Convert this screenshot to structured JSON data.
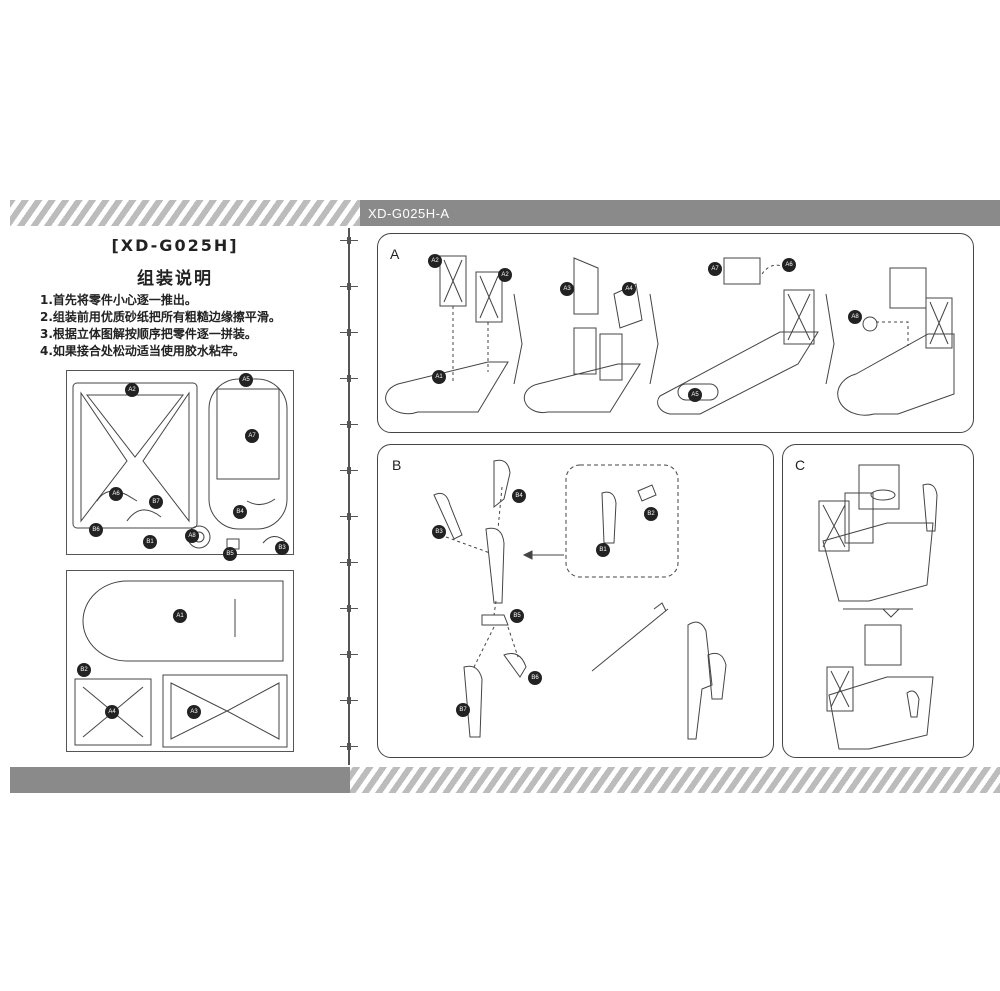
{
  "header": {
    "model_code": "XD-G025H-A"
  },
  "left": {
    "bracket_title": "[XD-G025H]",
    "subtitle": "组装说明",
    "steps": [
      "1.首先将零件小心逐一推出。",
      "2.组装前用优质砂纸把所有粗糙边缘擦平滑。",
      "3.根据立体图解按顺序把零件逐一拼装。",
      "4.如果接合处松动适当使用胶水粘牢。"
    ]
  },
  "sheet1": {
    "parts": [
      "A2",
      "A5",
      "A7",
      "A6",
      "B7",
      "B4",
      "B6",
      "B1",
      "A8",
      "B5",
      "B3"
    ]
  },
  "sheet2": {
    "parts": [
      "A1",
      "B2",
      "A4",
      "A3"
    ]
  },
  "panels": {
    "a": {
      "label": "A",
      "parts": [
        "A2",
        "A2",
        "A1",
        "A3",
        "A4",
        "A7",
        "A6",
        "A5",
        "A8"
      ]
    },
    "b": {
      "label": "B",
      "parts": [
        "B4",
        "B3",
        "B2",
        "B1",
        "B5",
        "B6",
        "B7"
      ]
    },
    "c": {
      "label": "C"
    }
  }
}
